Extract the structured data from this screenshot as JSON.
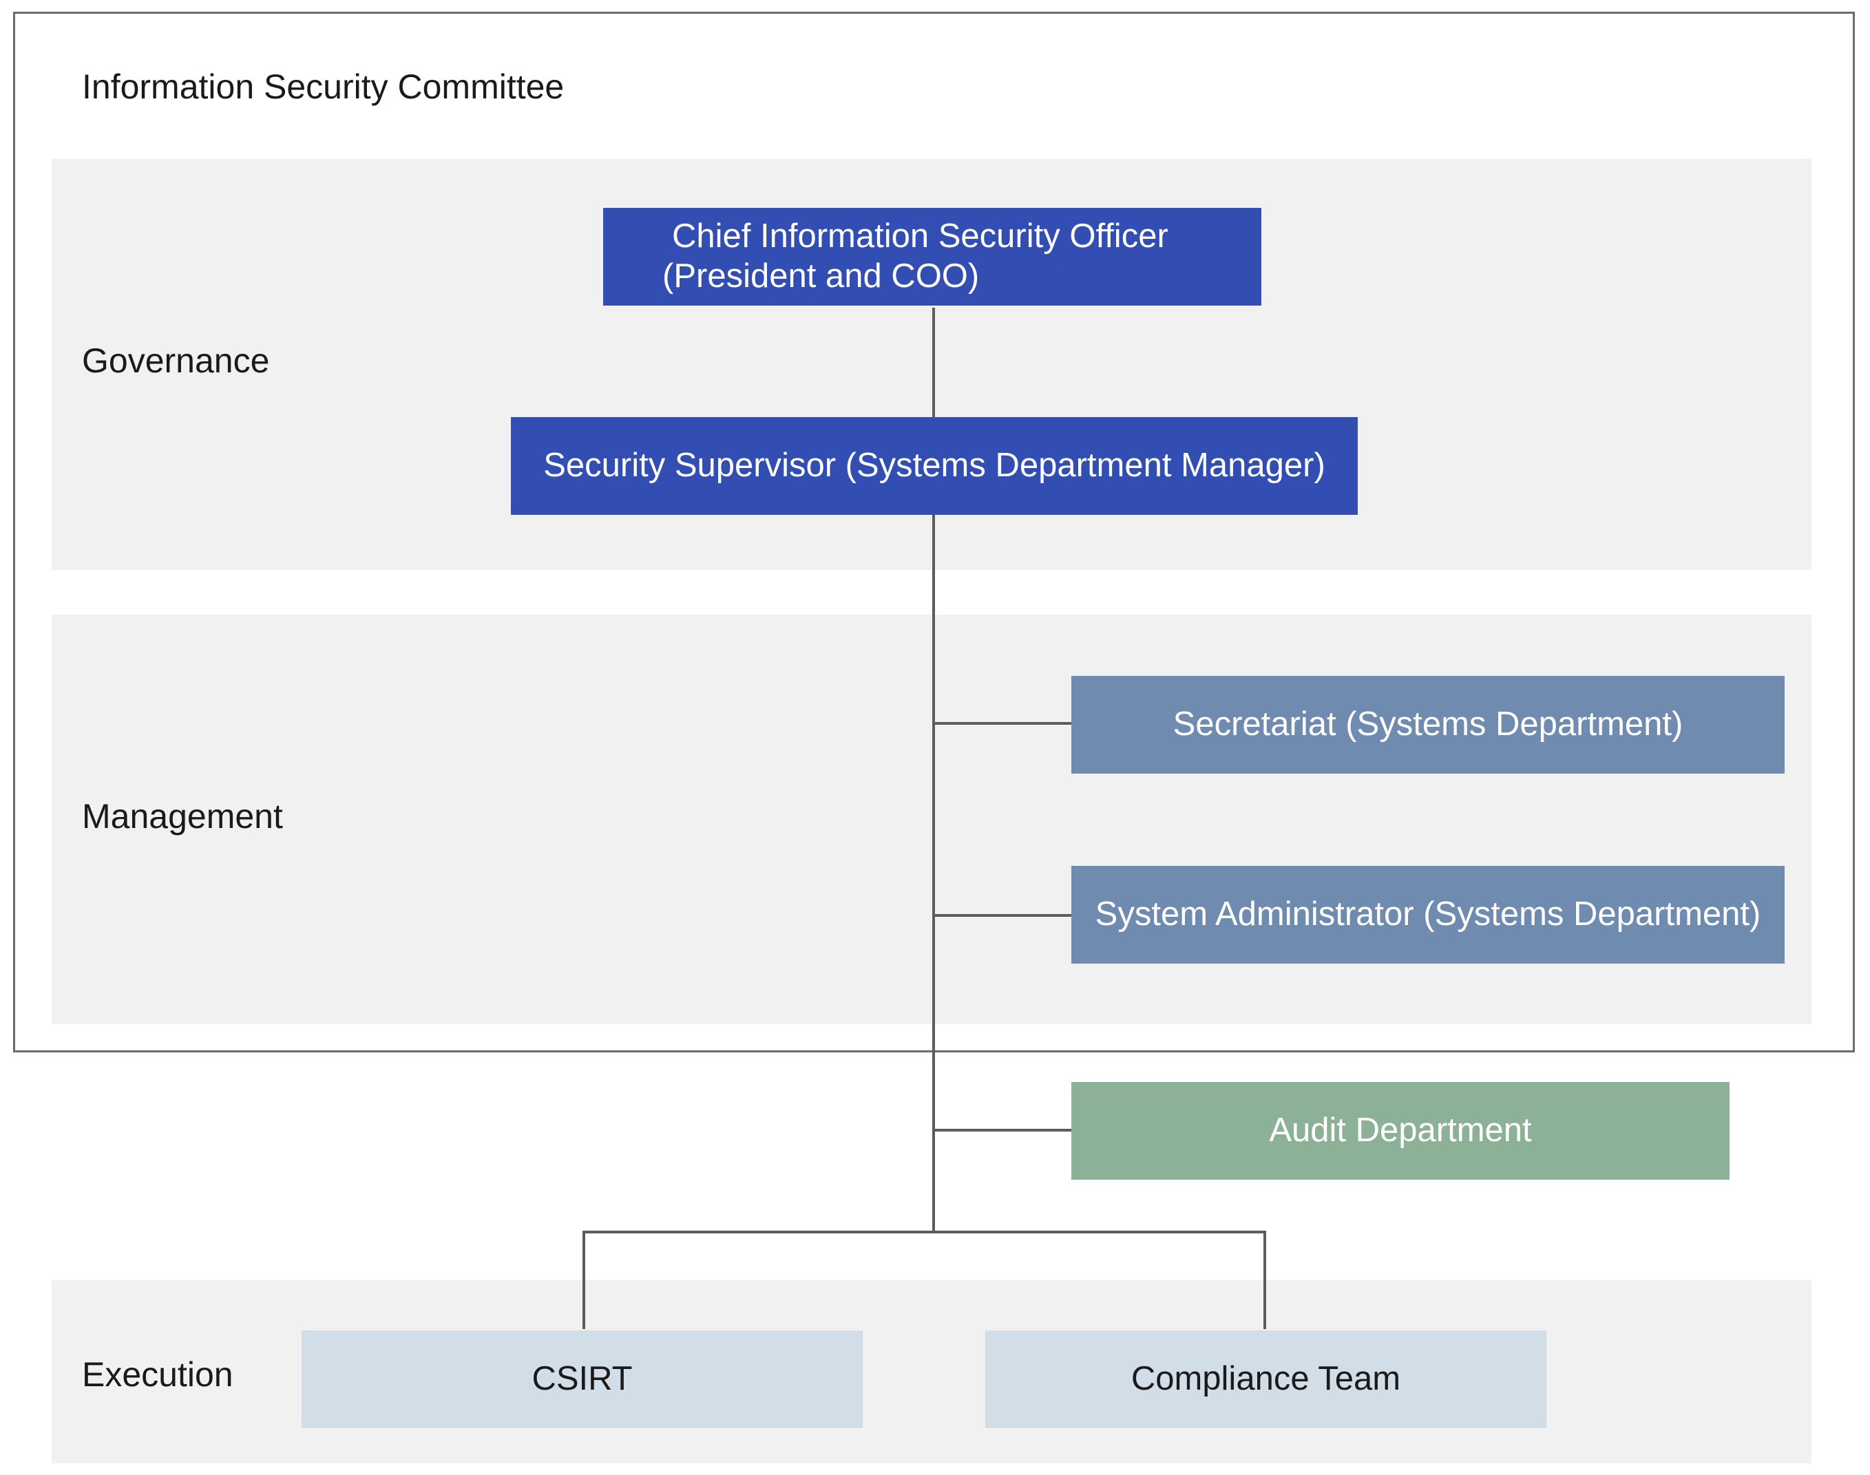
{
  "committee": {
    "title": "Information Security Committee"
  },
  "sections": {
    "governance": "Governance",
    "management": "Management",
    "execution": "Execution"
  },
  "nodes": {
    "ciso": {
      "line1": "Chief Information Security Officer",
      "line2": "(President and COO)"
    },
    "security_supervisor": "Security Supervisor (Systems Department Manager)",
    "secretariat": "Secretariat (Systems Department)",
    "system_administrator": "System Administrator (Systems Department)",
    "audit_department": "Audit Department",
    "csirt": "CSIRT",
    "compliance_team": "Compliance Team"
  },
  "colors": {
    "governance_box": "#324eb2",
    "management_box": "#6f8bb0",
    "audit_box": "#8cb197",
    "execution_box": "#d2dee7",
    "band_background": "#f1f1f1",
    "connector": "#5c5c5c",
    "frame_border": "#6b6b6b"
  }
}
